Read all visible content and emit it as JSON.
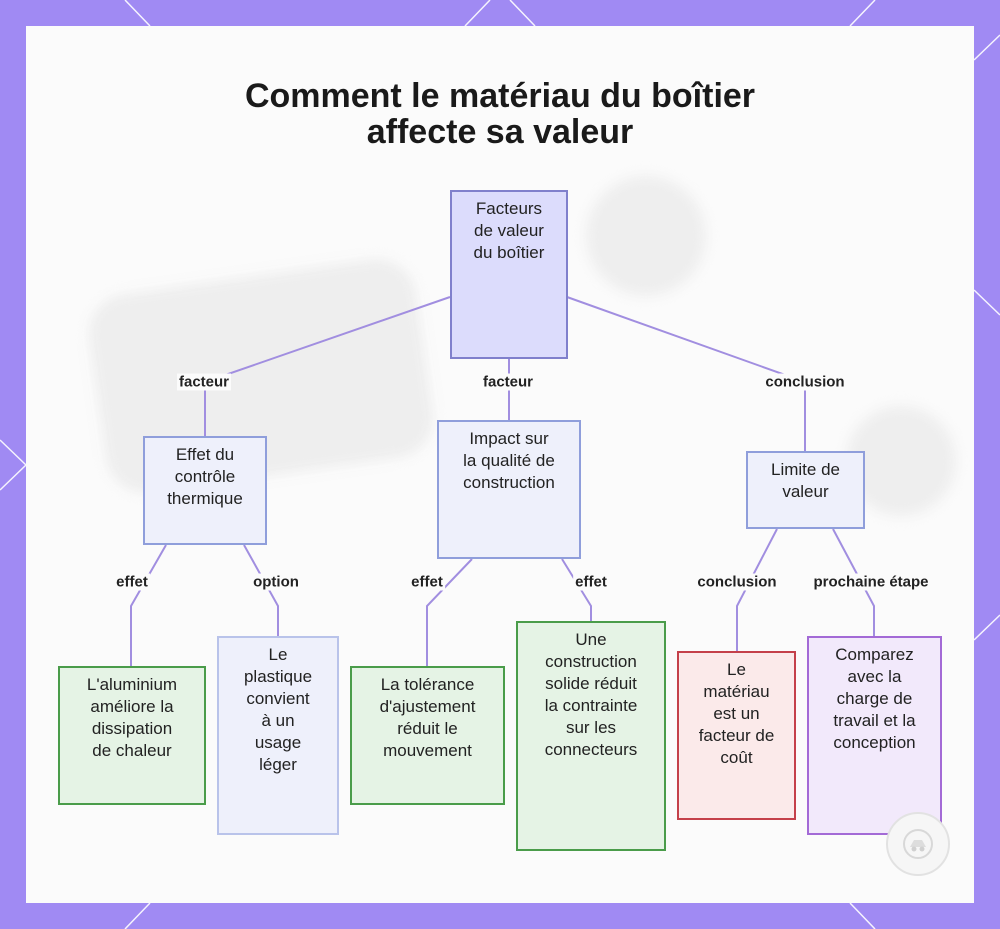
{
  "title": {
    "line1": "Comment le matériau du boîtier",
    "line2": "affecte sa valeur"
  },
  "nodes": {
    "root": "Facteurs\nde valeur\ndu boîtier",
    "thermal": "Effet du\ncontrôle\nthermique",
    "build": "Impact sur\nla qualité de\nconstruction",
    "limit": "Limite de\nvaleur",
    "aluminium": "L'aluminium\naméliore la\ndissipation\nde chaleur",
    "plastic": "Le\nplastique\nconvient\nà un\nusage\nléger",
    "tolerance": "La tolérance\nd'ajustement\nréduit le\nmouvement",
    "solid": "Une\nconstruction\nsolide réduit\nla contrainte\nsur les\nconnecteurs",
    "cost": "Le\nmatériau\nest un\nfacteur de\ncoût",
    "compare": "Comparez\navec la\ncharge de\ntravail et la\nconception"
  },
  "edges": {
    "root_thermal": "facteur",
    "root_build": "facteur",
    "root_limit": "conclusion",
    "thermal_aluminium": "effet",
    "thermal_plastic": "option",
    "build_tolerance": "effet",
    "build_solid": "effet",
    "limit_cost": "conclusion",
    "limit_compare": "prochaine étape"
  },
  "colors": {
    "frame": "#a08af3",
    "edge": "#a18ee0",
    "root_fill": "#dcdcfc",
    "effect_border": "#4a9c4a",
    "cost_border": "#c4404a",
    "next_step_border": "#a36ad6"
  }
}
